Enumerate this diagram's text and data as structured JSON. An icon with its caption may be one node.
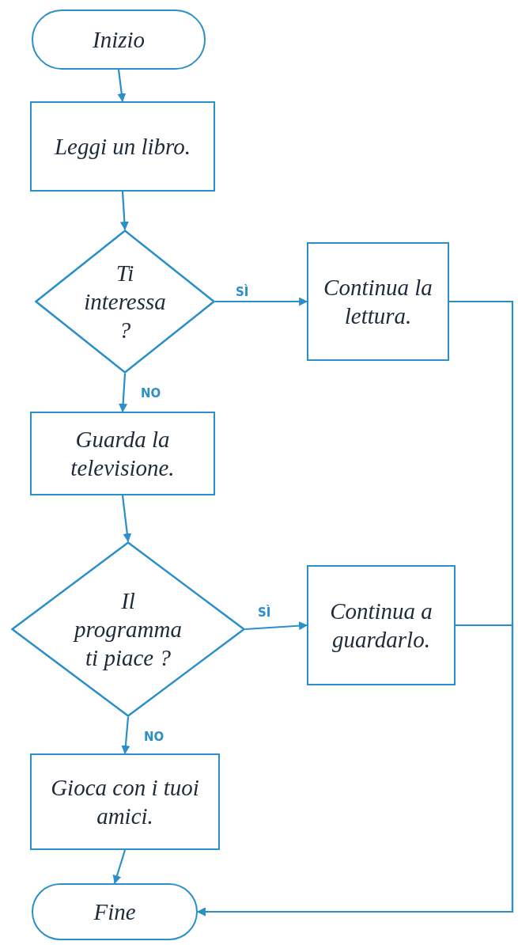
{
  "diagram": {
    "nodes": [
      {
        "text": [
          "Inizio"
        ]
      },
      {
        "text": [
          "Leggi un libro."
        ]
      },
      {
        "text": [
          "Ti interessa ?"
        ]
      },
      {
        "text": [
          "Continua la lettura."
        ]
      },
      {
        "text": [
          "Guarda la televisione."
        ]
      },
      {
        "text": [
          "Il programma ti piace ?"
        ]
      },
      {
        "text": [
          "Continua a guardarlo."
        ]
      },
      {
        "text": [
          "Gioca con i tuoi amici."
        ]
      },
      {
        "text": [
          "Fine"
        ]
      }
    ],
    "edges": [
      {
        "from": 0,
        "to": 1,
        "arrow": "to"
      },
      {
        "from": 1,
        "to": 2,
        "arrow": "to"
      },
      {
        "from": 2,
        "to": 3,
        "arrow": "to",
        "label": "SÌ"
      },
      {
        "from": 2,
        "to": 4,
        "arrow": "to",
        "label": "NO"
      },
      {
        "from": 4,
        "to": 5,
        "arrow": "to"
      },
      {
        "from": 5,
        "to": 6,
        "arrow": "to",
        "label": "SÌ"
      },
      {
        "from": 5,
        "to": 7,
        "arrow": "to",
        "label": "NO"
      },
      {
        "from": 7,
        "to": 8,
        "arrow": "to"
      },
      {
        "from": 3,
        "to": 8,
        "arrow": "to"
      },
      {
        "from": 6,
        "to": 8,
        "arrow": "to"
      }
    ]
  }
}
